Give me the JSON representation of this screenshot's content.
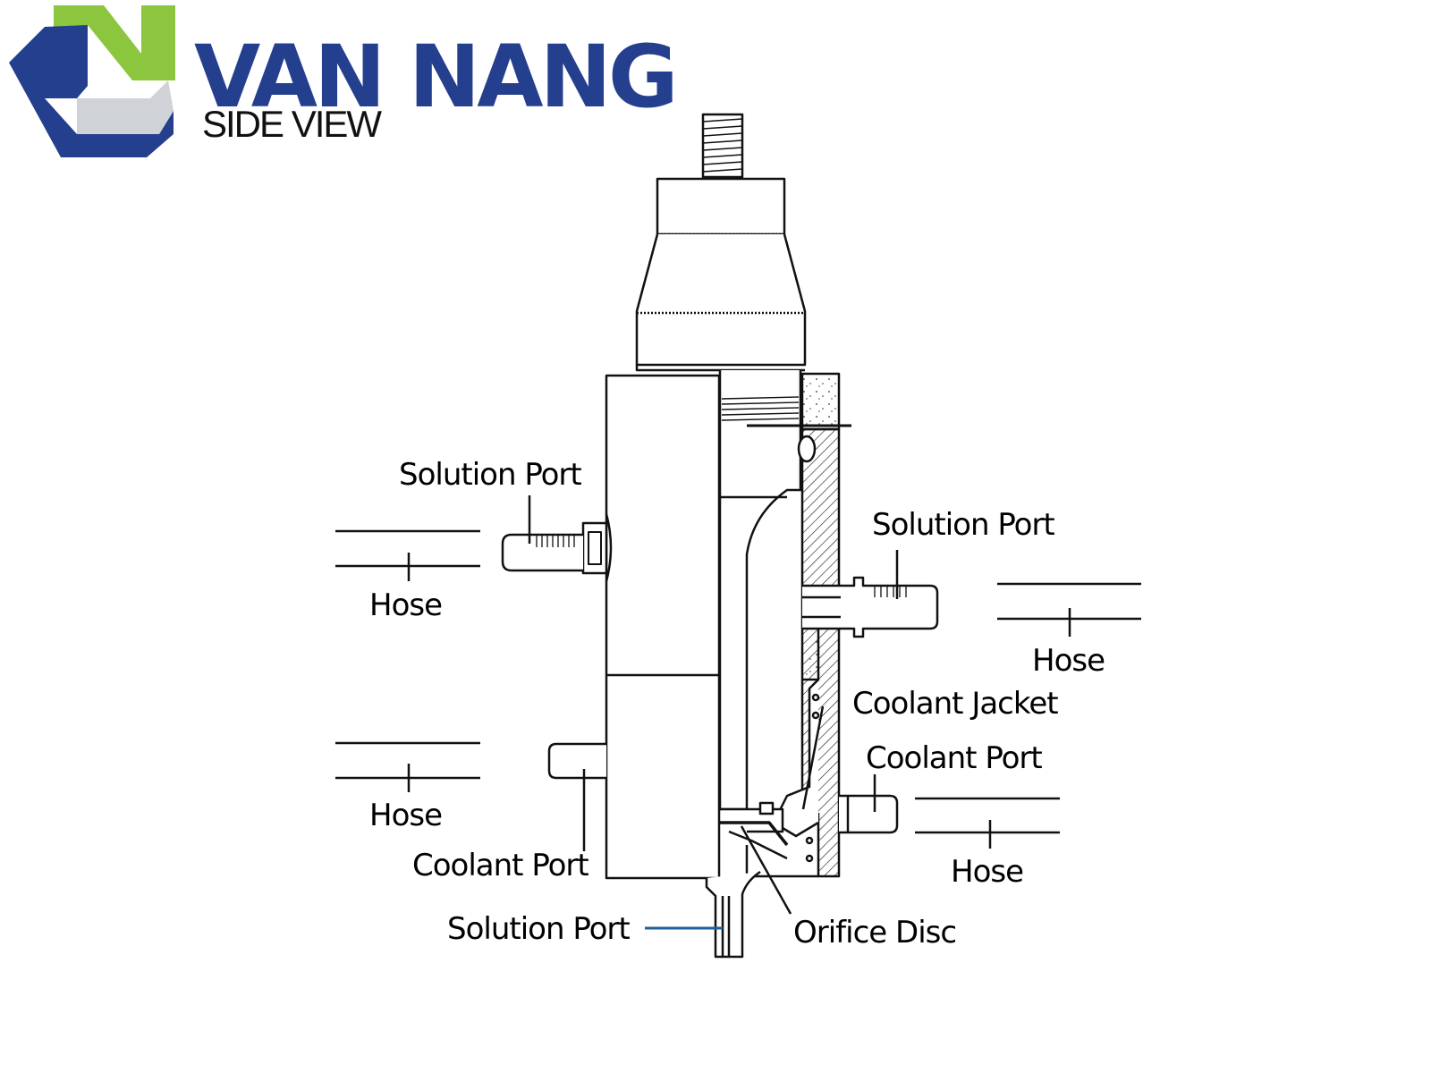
{
  "header": {
    "brand": "VAN NANG",
    "subtitle": "SIDE VIEW"
  },
  "labels": {
    "solution_port_upper_left": "Solution Port",
    "hose_upper_left": "Hose",
    "solution_port_right": "Solution Port",
    "hose_right": "Hose",
    "coolant_jacket": "Coolant Jacket",
    "coolant_port_right": "Coolant Port",
    "hose_lower_right": "Hose",
    "hose_lower_left": "Hose",
    "coolant_port_left": "Coolant Port",
    "solution_port_bottom": "Solution Port",
    "orifice_disc": "Orifice Disc"
  },
  "colors": {
    "brand_blue": "#253f8f",
    "brand_green": "#8cc63f",
    "logo_gray": "#cfd2d6",
    "line": "#111111",
    "leader_blue": "#1f5f9a"
  },
  "icons": {
    "logo": "van-nang-logo-icon"
  }
}
